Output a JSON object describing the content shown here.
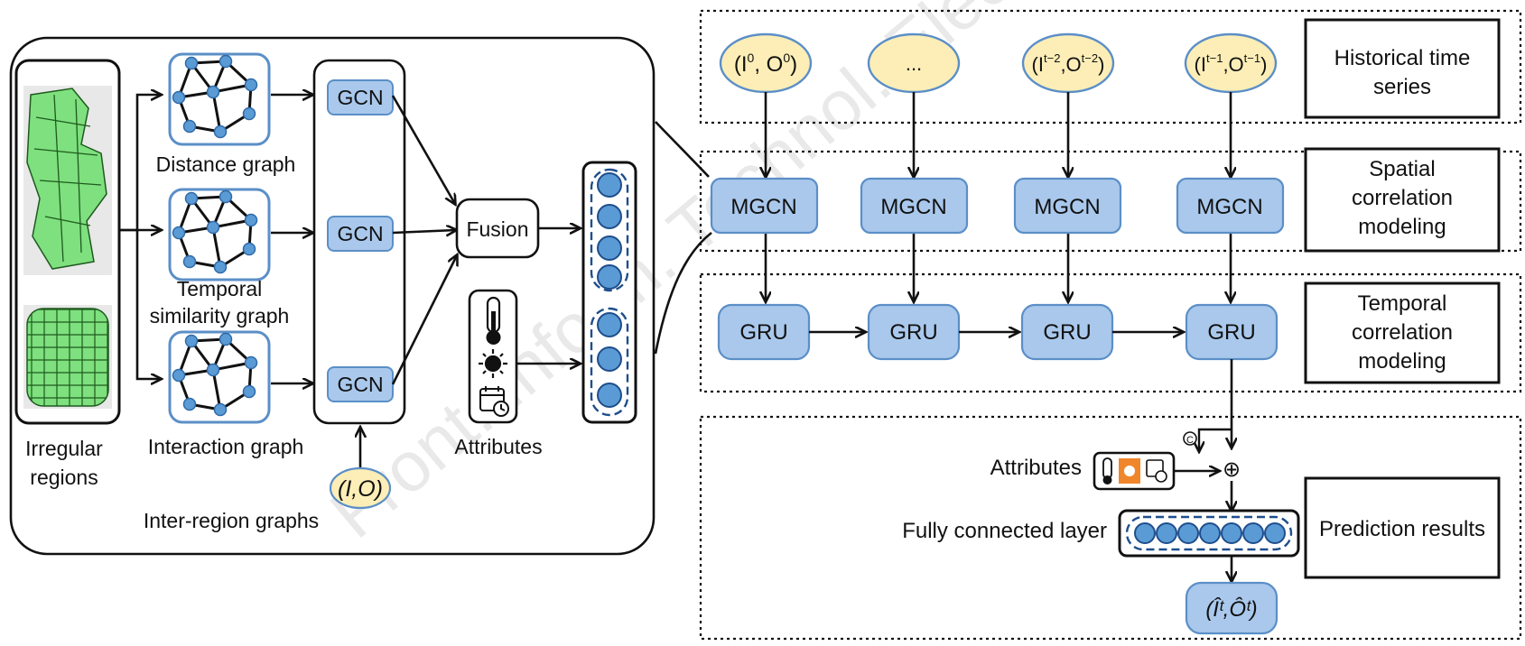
{
  "left_panel": {
    "regions_label": [
      "Irregular",
      "regions"
    ],
    "distance_graph_label": "Distance graph",
    "temporal_graph_label": [
      "Temporal",
      "similarity graph"
    ],
    "interaction_graph_label": "Interaction graph",
    "gcn_label": "GCN",
    "fusion_label": "Fusion",
    "attributes_label": "Attributes",
    "input_label": "(I,O)",
    "inter_region_label": "Inter-region graphs"
  },
  "right_panel": {
    "inputs": [
      {
        "base": "(I",
        "sup1": "0",
        "mid": ", O",
        "sup2": "0",
        "end": ")"
      },
      {
        "plain": "..."
      },
      {
        "base": "(I",
        "sup1": "t−2",
        "mid": ",O",
        "sup2": "t−2",
        "end": ")"
      },
      {
        "base": "(I",
        "sup1": "t−1",
        "mid": ",O",
        "sup2": "t−1",
        "end": ")"
      }
    ],
    "mgcn_label": "MGCN",
    "gru_label": "GRU",
    "stage_labels": {
      "historical": [
        "Historical time",
        "series"
      ],
      "spatial": [
        "Spatial",
        "correlation",
        "modeling"
      ],
      "temporal": [
        "Temporal",
        "correlation",
        "modeling"
      ],
      "prediction": [
        "Prediction results"
      ]
    },
    "attributes_label": "Attributes",
    "fc_label": "Fully connected layer",
    "output_label": "(Îᵗ,Ôᵗ)",
    "concat_symbol": "⊕",
    "c_symbol": "C"
  },
  "watermark": "Front. Inform. Technol. Electron. Eng.",
  "colors": {
    "node_fill": "#5b9bd5",
    "box_fill": "#a9c8ec",
    "box_stroke": "#5b8fc7",
    "input_fill": "#fdeeb7",
    "map_green": "#7ee07e"
  }
}
